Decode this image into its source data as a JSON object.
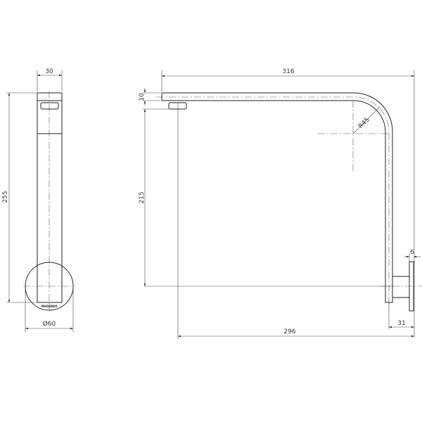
{
  "side_view": {
    "width_dim": "30",
    "height_dim": "255",
    "flange_dim": "Ø60",
    "brand_logo": "PHOENIX"
  },
  "front_view": {
    "overall_width_dim": "316",
    "arm_thickness_dim": "10",
    "drop_height_dim": "215",
    "bend_radius_dim": "R45",
    "flange_thickness_dim": "6",
    "projection_dim": "296",
    "wall_offset_dim": "31"
  }
}
